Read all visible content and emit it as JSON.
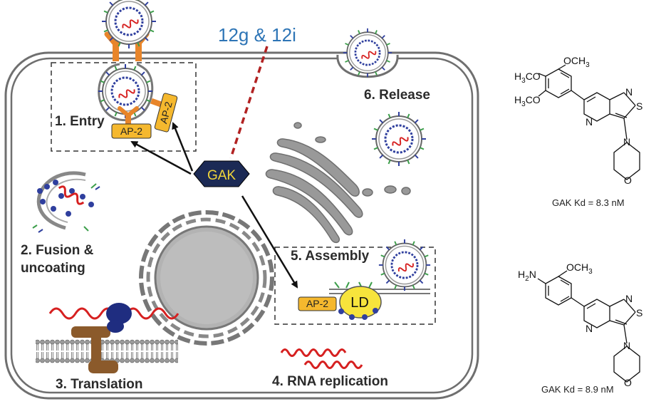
{
  "diagram": {
    "inhibitor_label": "12g & 12i",
    "kinase_label": "GAK",
    "adaptor_label": "AP-2",
    "lipid_droplet_label": "LD",
    "steps": {
      "entry": "1. Entry",
      "fusion_line1": "2. Fusion &",
      "fusion_line2": "uncoating",
      "translation": "3. Translation",
      "replication": "4. RNA replication",
      "assembly": "5. Assembly",
      "release": "6. Release"
    },
    "colors": {
      "gak_fill": "#1c2a55",
      "gak_text": "#f2d63a",
      "ap2_fill": "#f5b82e",
      "ld_fill": "#f7e43c",
      "rna": "#d62020",
      "capsid_blue": "#2f3f9e",
      "receptor": "#e8852a",
      "organelle_grey": "#8c8c8c",
      "inhibition_line": "#b22222",
      "inhibitor_text": "#2e75b6",
      "ribosome_blue": "#1f2d80",
      "translocon_brown": "#8b5a2b"
    }
  },
  "compounds": [
    {
      "substituents": [
        "OCH3",
        "H3CO",
        "H3CO"
      ],
      "ring_atoms": [
        "N",
        "N",
        "S",
        "N",
        "O"
      ],
      "kd_text": "GAK Kd = 8.3 nM"
    },
    {
      "substituents": [
        "OCH3",
        "H2N"
      ],
      "ring_atoms": [
        "N",
        "N",
        "S",
        "N",
        "O"
      ],
      "kd_text": "GAK Kd = 8.9 nM"
    }
  ]
}
